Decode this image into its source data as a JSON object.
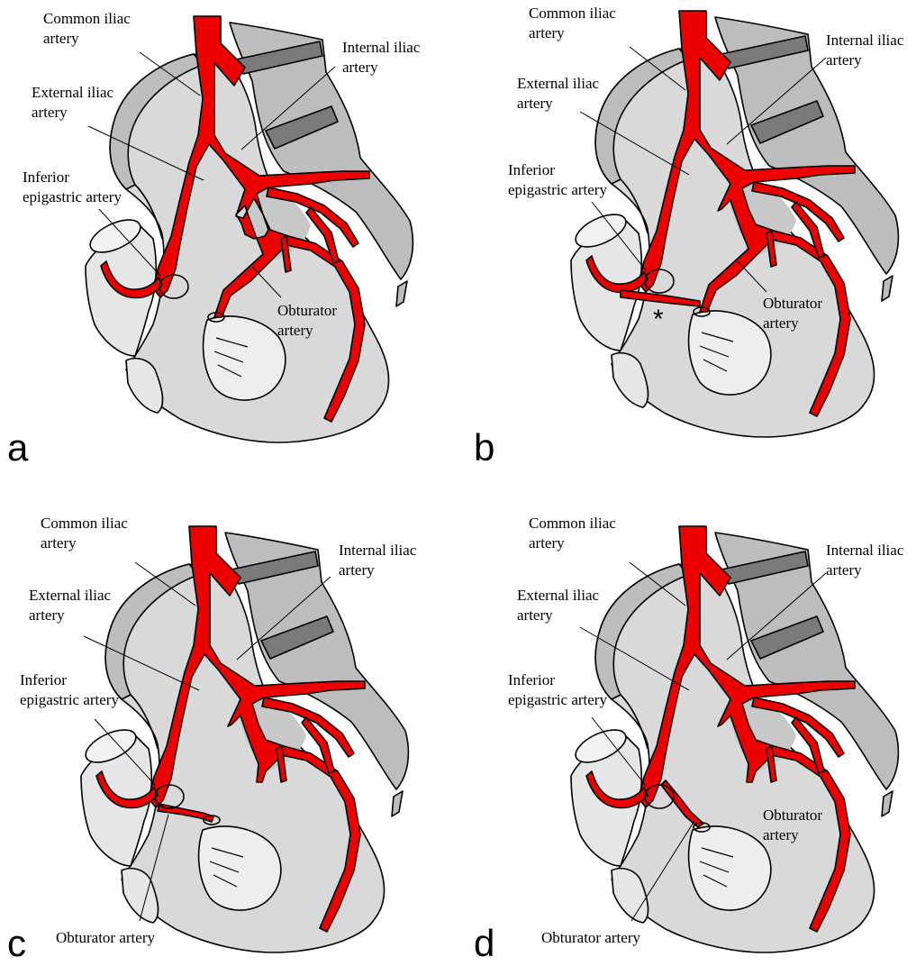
{
  "panels": [
    {
      "id": "a",
      "letter": "a",
      "labels": {
        "common": [
          "Common iliac",
          "artery"
        ],
        "internal": [
          "Internal iliac",
          "artery"
        ],
        "external": [
          "External iliac",
          "artery"
        ],
        "inferior": [
          "Inferior",
          "epigastric artery"
        ],
        "obturator": [
          "Obturator",
          "artery"
        ]
      }
    },
    {
      "id": "b",
      "letter": "b",
      "marker": "*",
      "labels": {
        "common": [
          "Common iliac",
          "artery"
        ],
        "internal": [
          "Internal iliac",
          "artery"
        ],
        "external": [
          "External iliac",
          "artery"
        ],
        "inferior": [
          "Inferior",
          "epigastric artery"
        ],
        "obturator": [
          "Obturator",
          "artery"
        ]
      }
    },
    {
      "id": "c",
      "letter": "c",
      "labels": {
        "common": [
          "Common iliac",
          "artery"
        ],
        "internal": [
          "Internal iliac",
          "artery"
        ],
        "external": [
          "External iliac",
          "artery"
        ],
        "inferior": [
          "Inferior",
          "epigastric artery"
        ],
        "obturator": [
          "Obturator artery"
        ]
      }
    },
    {
      "id": "d",
      "letter": "d",
      "labels": {
        "common": [
          "Common iliac",
          "artery"
        ],
        "internal": [
          "Internal iliac",
          "artery"
        ],
        "external": [
          "External iliac",
          "artery"
        ],
        "inferior": [
          "Inferior",
          "epigastric artery"
        ],
        "obturator_mid": [
          "Obturator",
          "artery"
        ],
        "obturator": [
          "Obturator artery"
        ]
      }
    }
  ],
  "colors": {
    "artery": "#ee0000",
    "bone_light": "#d9d9d9",
    "bone_mid": "#bdbdbd",
    "bone_dark": "#7a7a7a",
    "outline": "#000000"
  }
}
